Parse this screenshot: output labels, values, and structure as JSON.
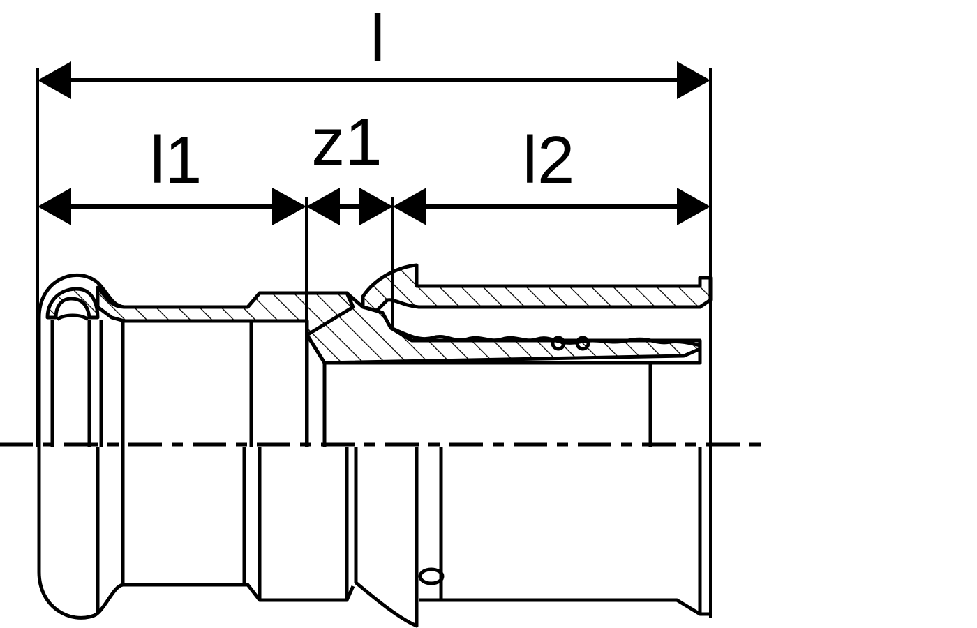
{
  "labels": {
    "overall_length": "l",
    "length_1": "l1",
    "gap": "z1",
    "length_2": "l2"
  },
  "colors": {
    "ink": "#000000",
    "paper": "#ffffff"
  }
}
